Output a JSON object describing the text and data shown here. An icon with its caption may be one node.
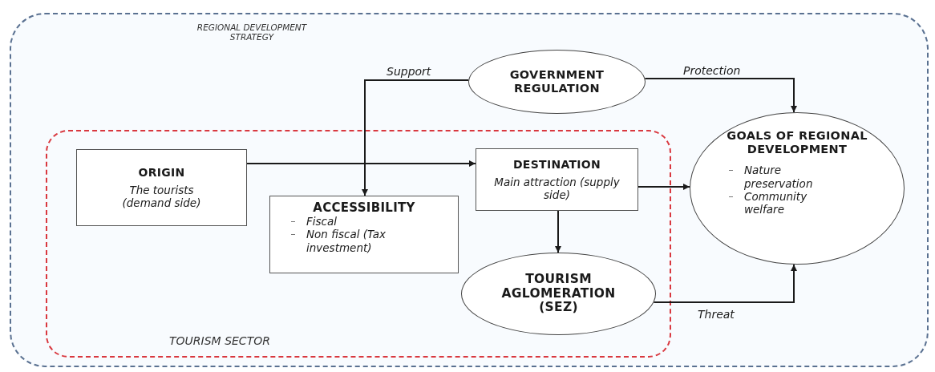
{
  "diagram": {
    "nodes": [
      {
        "text": [
          "REGIONAL DEVELOPMENT STRATEGY"
        ]
      },
      {
        "text": [
          "TOURISM SECTOR"
        ],
        "in": 0
      },
      {
        "text": [
          "ORIGIN",
          "The tourists (demand side)"
        ],
        "in": 1
      },
      {
        "text": [
          "GOVERNMENT REGULATION"
        ],
        "in": 0
      },
      {
        "text": [
          "ACCESSIBILITY",
          "Fiscal",
          "Non fiscal (Tax investment)"
        ],
        "in": 1
      },
      {
        "text": [
          "DESTINATION",
          "Main attraction (supply side)"
        ],
        "in": 1
      },
      {
        "text": [
          "TOURISM AGLOMERATION (SEZ)"
        ],
        "in": 1
      },
      {
        "text": [
          "GOALS OF REGIONAL DEVELOPMENT",
          "Nature preservation",
          "Community welfare"
        ],
        "in": 0
      }
    ],
    "edges": [
      {
        "from": 2,
        "to": 5,
        "arrow": "to"
      },
      {
        "from": 3,
        "to": 4,
        "arrow": "to",
        "label": "Support"
      },
      {
        "from": 3,
        "to": 7,
        "arrow": "to",
        "label": "Protection"
      },
      {
        "from": 5,
        "to": 7,
        "arrow": "to"
      },
      {
        "from": 5,
        "to": 6,
        "arrow": "to"
      },
      {
        "from": 6,
        "to": 7,
        "arrow": "to",
        "label": "Threat"
      }
    ]
  }
}
